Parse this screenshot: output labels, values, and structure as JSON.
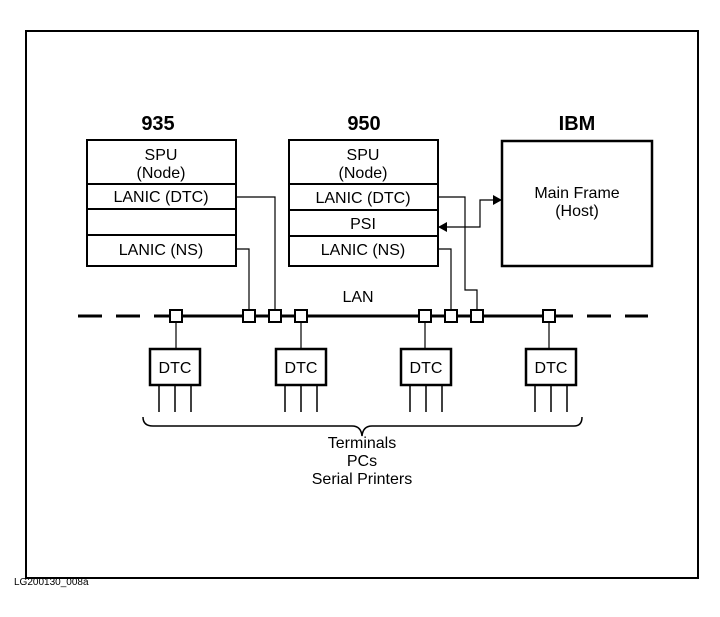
{
  "systems": {
    "s935": {
      "title": "935",
      "spu_line1": "SPU",
      "spu_line2": "(Node)",
      "lanic_dtc": "LANIC (DTC)",
      "lanic_ns": "LANIC (NS)"
    },
    "s950": {
      "title": "950",
      "spu_line1": "SPU",
      "spu_line2": "(Node)",
      "lanic_dtc": "LANIC (DTC)",
      "psi": "PSI",
      "lanic_ns": "LANIC (NS)"
    },
    "ibm": {
      "title": "IBM",
      "line1": "Main Frame",
      "line2": "(Host)"
    }
  },
  "network": {
    "lan_label": "LAN"
  },
  "dtcs": [
    {
      "label": "DTC"
    },
    {
      "label": "DTC"
    },
    {
      "label": "DTC"
    },
    {
      "label": "DTC"
    }
  ],
  "devices": {
    "line1": "Terminals",
    "line2": "PCs",
    "line3": "Serial Printers"
  },
  "figure_id": "LG200130_008a"
}
